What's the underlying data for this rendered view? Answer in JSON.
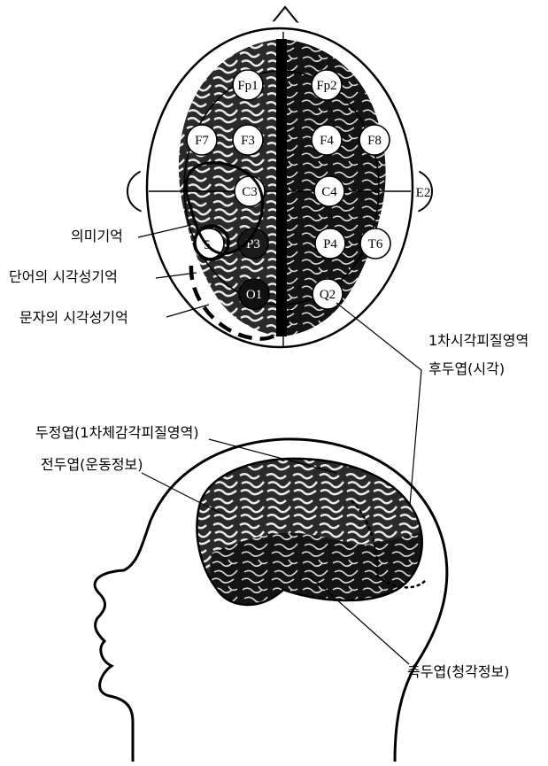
{
  "electrodes": {
    "fp1": "Fp1",
    "fp2": "Fp2",
    "f7": "F7",
    "f3": "F3",
    "f4": "F4",
    "f8": "F8",
    "c3": "C3",
    "c4": "C4",
    "e2": "E2",
    "p3": "P3",
    "p4": "P4",
    "t5": "5",
    "t6": "T6",
    "o1": "O1",
    "o2": "Q2"
  },
  "labels": {
    "semantic_memory": "의미기억",
    "word_visual_memory": "단어의 시각성기억",
    "letter_visual_memory": "문자의 시각성기억",
    "primary_visual_cortex": "1차시각피질영역",
    "occipital_lobe": "후두엽(시각)",
    "parietal_lobe": "두정엽(1차체감각피질영역)",
    "frontal_lobe": "전두엽(운동정보)",
    "temporal_lobe": "측두엽(청각정보)"
  },
  "colors": {
    "ink": "#000000",
    "paper": "#ffffff",
    "cortex": "#111111"
  }
}
